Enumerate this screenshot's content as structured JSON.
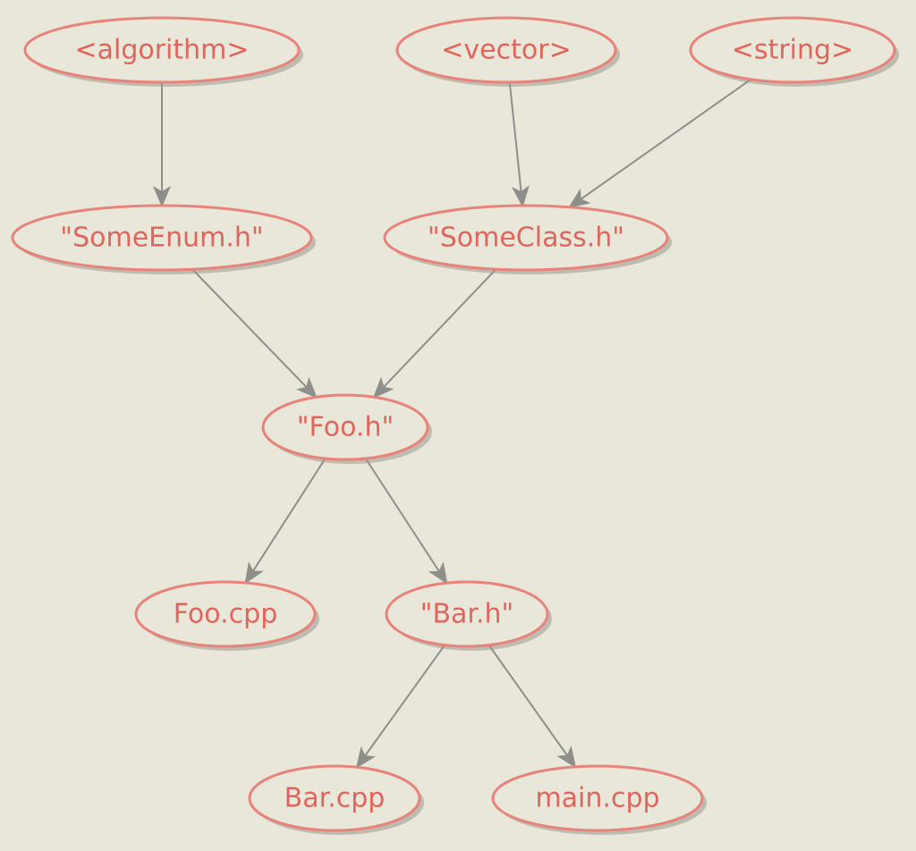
{
  "diagram": {
    "type": "dependency-graph",
    "colors": {
      "background": "#e9e6da",
      "node_border": "#e8837a",
      "node_text": "#e0655a",
      "edge": "#8e8e8b"
    },
    "nodes": [
      {
        "id": "algorithm",
        "label": "<algorithm>"
      },
      {
        "id": "vector",
        "label": "<vector>"
      },
      {
        "id": "string",
        "label": "<string>"
      },
      {
        "id": "someenum",
        "label": "\"SomeEnum.h\""
      },
      {
        "id": "someclass",
        "label": "\"SomeClass.h\""
      },
      {
        "id": "fooh",
        "label": "\"Foo.h\""
      },
      {
        "id": "foocpp",
        "label": "Foo.cpp"
      },
      {
        "id": "barh",
        "label": "\"Bar.h\""
      },
      {
        "id": "barcpp",
        "label": "Bar.cpp"
      },
      {
        "id": "maincpp",
        "label": "main.cpp"
      }
    ],
    "edges": [
      {
        "from": "algorithm",
        "to": "someenum"
      },
      {
        "from": "vector",
        "to": "someclass"
      },
      {
        "from": "string",
        "to": "someclass"
      },
      {
        "from": "someenum",
        "to": "fooh"
      },
      {
        "from": "someclass",
        "to": "fooh"
      },
      {
        "from": "fooh",
        "to": "foocpp"
      },
      {
        "from": "fooh",
        "to": "barh"
      },
      {
        "from": "barh",
        "to": "barcpp"
      },
      {
        "from": "barh",
        "to": "maincpp"
      }
    ]
  }
}
